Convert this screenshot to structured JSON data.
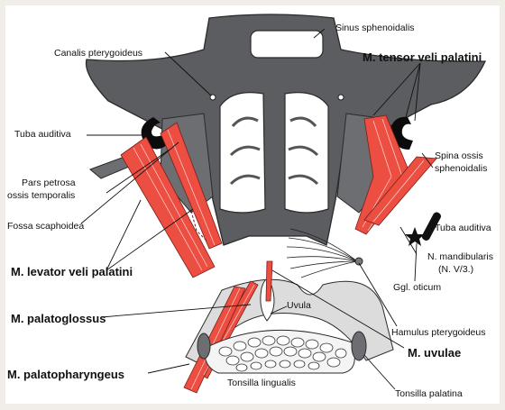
{
  "labels": {
    "sinus_sphenoidalis": "Sinus sphenoidalis",
    "canalis_pterygoideus": "Canalis pterygoideus",
    "m_tensor_veli_palatini": "M. tensor veli palatini",
    "tuba_auditiva_left": "Tuba auditiva",
    "spina_ossis_1": "Spina ossis",
    "spina_ossis_2": "sphenoidalis",
    "pars_petrosa_1": "Pars petrosa",
    "pars_petrosa_2": "ossis temporalis",
    "fossa_scaphoidea": "Fossa scaphoidea",
    "tuba_auditiva_right": "Tuba auditiva",
    "n_mandibularis_1": "N. mandibularis",
    "n_mandibularis_2": "(N. V/3.)",
    "m_levator_veli_palatini": "M. levator veli palatini",
    "ggl_oticum": "Ggl. oticum",
    "uvula": "Uvula",
    "m_palatoglossus": "M. palatoglossus",
    "hamulus_pterygoideus": "Hamulus pterygoideus",
    "m_uvulae": "M. uvulae",
    "m_palatopharyngeus": "M. palatopharyngeus",
    "tonsilla_lingualis": "Tonsilla lingualis",
    "tonsilla_palatina": "Tonsilla palatina"
  },
  "colors": {
    "background": "#f1eee9",
    "bone": "#5b5d60",
    "muscle": "#ec4e42",
    "outline": "#2a2a2a"
  }
}
